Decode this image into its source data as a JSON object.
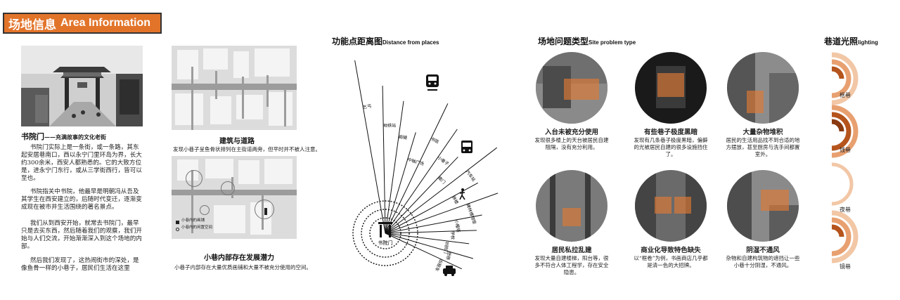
{
  "header": {
    "title_cn": "场地信息",
    "title_en": "Area Information"
  },
  "intro": {
    "title": "书院门",
    "subtitle": "——充满故事的文化老街",
    "paragraphs": [
      "书院门实际上是一条街，或一条路，其东起安居巷南口，西以永宁门里环岛为界，长大约300余米，西安人都熟悉的。它的大致方位是，进永宁门东行，或从三学街西行，皆可以至也。",
      "书院指关中书院，他最早是明朝冯从吾及其学生在西安建立的，后随时代变迁，逐渐变成现在被市井生活围绕的著名景点。",
      "我们从到西安开始，就常去书院门，最早只是去买东西，然后随着我们的观察，我们开始与人们交流，开始渐渐深入到这个场地的内部。",
      "然后我们发现了，这热闹街市的深处，是像鱼骨一样的小巷子，居民们生活在这里"
    ]
  },
  "maps": {
    "top": {
      "title": "建筑与道路",
      "caption": "发现小巷子呈鱼骨状排列在主街道两旁，但平时并不被人注意。"
    },
    "bottom": {
      "title": "小巷内部存在发展潜力",
      "caption": "小巷子内部存在大量优质画铺和大量不被充分使用的空间。",
      "legend": [
        "小巷内的画铺",
        "小巷内的闲置空间"
      ]
    }
  },
  "distance": {
    "title_cn": "功能点距离图",
    "title_en": "Distance from places",
    "center_label": "书院门",
    "rays": [
      "乞丐",
      "地铁站",
      "画铺",
      "中轴广场",
      "书院",
      "小巷子",
      "南门",
      "汽车站",
      "钟楼",
      "碑林博物馆",
      "小雁塔",
      "学校",
      "书院门",
      "地铁",
      "出租车"
    ]
  },
  "problems": {
    "title_cn": "场地问题类型",
    "title_en": "Site problem type",
    "items": [
      {
        "title": "入台未被充分使用",
        "desc": "发现很多楼上的天台被居民自建阻隔，没有充分利用。"
      },
      {
        "title": "有些巷子极度黑暗",
        "desc": "发现有几条巷子极度黑暗，偏僻的光被居民自建的很多设施挡住了。"
      },
      {
        "title": "大量杂物堆积",
        "desc": "居民的生活用品找不到合适的地方摆放，甚至厨房与洗手间都置室外。"
      },
      {
        "title": "居民私拉乱建",
        "desc": "发现大量自建楼梯，阳台等，很多不符合人体工程学，存在安全隐患。"
      },
      {
        "title": "商业化导致特色缺失",
        "desc": "以“框卷”为例，书画商店几乎都是清一色的大招牌。"
      },
      {
        "title": "阴湿不通风",
        "desc": "杂物和自建构筑物的遮挡让一些小巷十分阴湿，不通风。"
      }
    ]
  },
  "lighting": {
    "title_cn": "巷道光照",
    "title_en": "lighting",
    "labels": [
      "框巷",
      "钱巷",
      "夜巷",
      "镜巷"
    ]
  },
  "colors": {
    "accent": "#e2742a",
    "dark": "#111111"
  }
}
